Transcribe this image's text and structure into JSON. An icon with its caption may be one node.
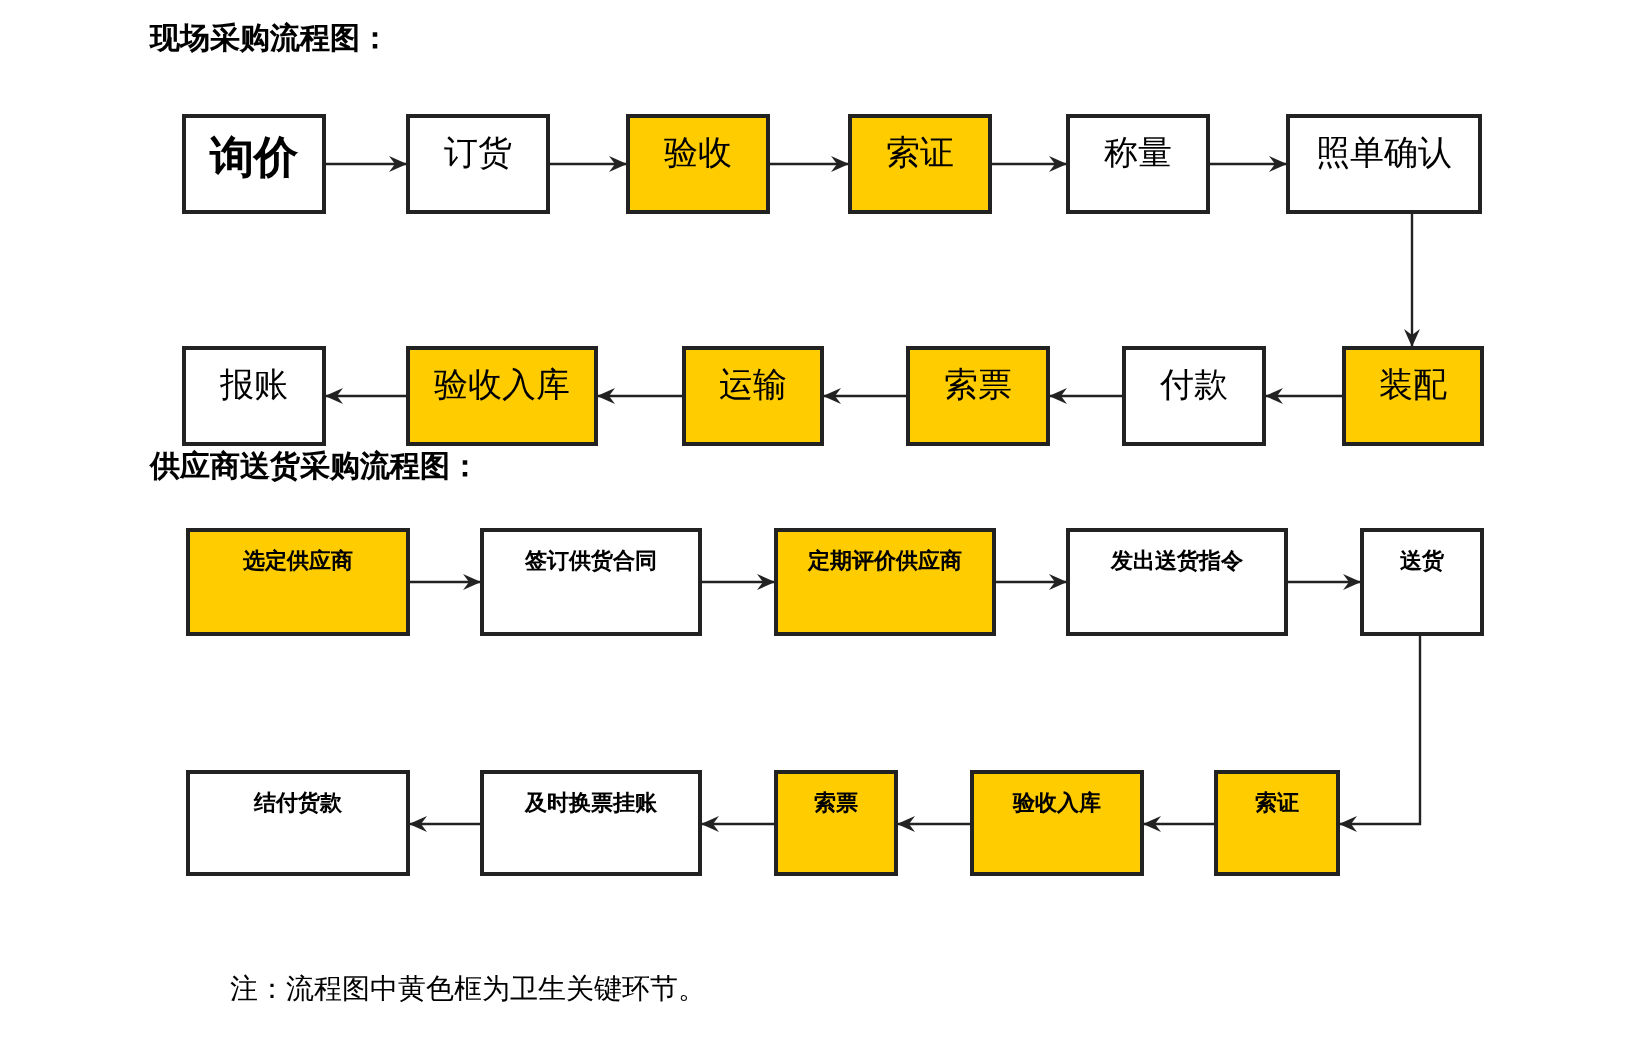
{
  "diagram": {
    "nodes": [
      {
        "text": [
          "询价"
        ]
      },
      {
        "text": [
          "订货"
        ]
      },
      {
        "text": [
          "验收"
        ]
      },
      {
        "text": [
          "索证"
        ]
      },
      {
        "text": [
          "称量"
        ]
      },
      {
        "text": [
          "照单确认"
        ]
      },
      {
        "text": [
          "报账"
        ]
      },
      {
        "text": [
          "验收入库"
        ]
      },
      {
        "text": [
          "运输"
        ]
      },
      {
        "text": [
          "索票"
        ]
      },
      {
        "text": [
          "付款"
        ]
      },
      {
        "text": [
          "装配"
        ]
      },
      {
        "text": [
          "选定供应商"
        ]
      },
      {
        "text": [
          "签订供货合同"
        ]
      },
      {
        "text": [
          "定期评价供应商"
        ]
      },
      {
        "text": [
          "发出送货指令"
        ]
      },
      {
        "text": [
          "送货"
        ]
      },
      {
        "text": [
          "结付货款"
        ]
      },
      {
        "text": [
          "及时换票挂账"
        ]
      },
      {
        "text": [
          "索票"
        ]
      },
      {
        "text": [
          "验收入库"
        ]
      },
      {
        "text": [
          "索证"
        ]
      }
    ],
    "edges": [
      {
        "from": 0,
        "to": 1,
        "arrow": "to"
      },
      {
        "from": 1,
        "to": 2,
        "arrow": "to"
      },
      {
        "from": 2,
        "to": 3,
        "arrow": "to"
      },
      {
        "from": 3,
        "to": 4,
        "arrow": "to"
      },
      {
        "from": 4,
        "to": 5,
        "arrow": "to"
      },
      {
        "from": 5,
        "to": 11,
        "arrow": "to"
      },
      {
        "from": 11,
        "to": 10,
        "arrow": "to"
      },
      {
        "from": 10,
        "to": 9,
        "arrow": "to"
      },
      {
        "from": 9,
        "to": 8,
        "arrow": "to"
      },
      {
        "from": 8,
        "to": 7,
        "arrow": "to"
      },
      {
        "from": 7,
        "to": 6,
        "arrow": "to"
      },
      {
        "from": 12,
        "to": 13,
        "arrow": "to"
      },
      {
        "from": 13,
        "to": 14,
        "arrow": "to"
      },
      {
        "from": 14,
        "to": 15,
        "arrow": "to"
      },
      {
        "from": 15,
        "to": 16,
        "arrow": "to"
      },
      {
        "from": 16,
        "to": 21,
        "arrow": "to"
      },
      {
        "from": 21,
        "to": 20,
        "arrow": "to"
      },
      {
        "from": 20,
        "to": 19,
        "arrow": "to"
      },
      {
        "from": 19,
        "to": 18,
        "arrow": "to"
      },
      {
        "from": 18,
        "to": 17,
        "arrow": "to"
      }
    ],
    "labels": [
      "现场采购流程图：",
      "供应商送货采购流程图：",
      "注：流程图中黄色框为卫生关键环节。"
    ]
  }
}
